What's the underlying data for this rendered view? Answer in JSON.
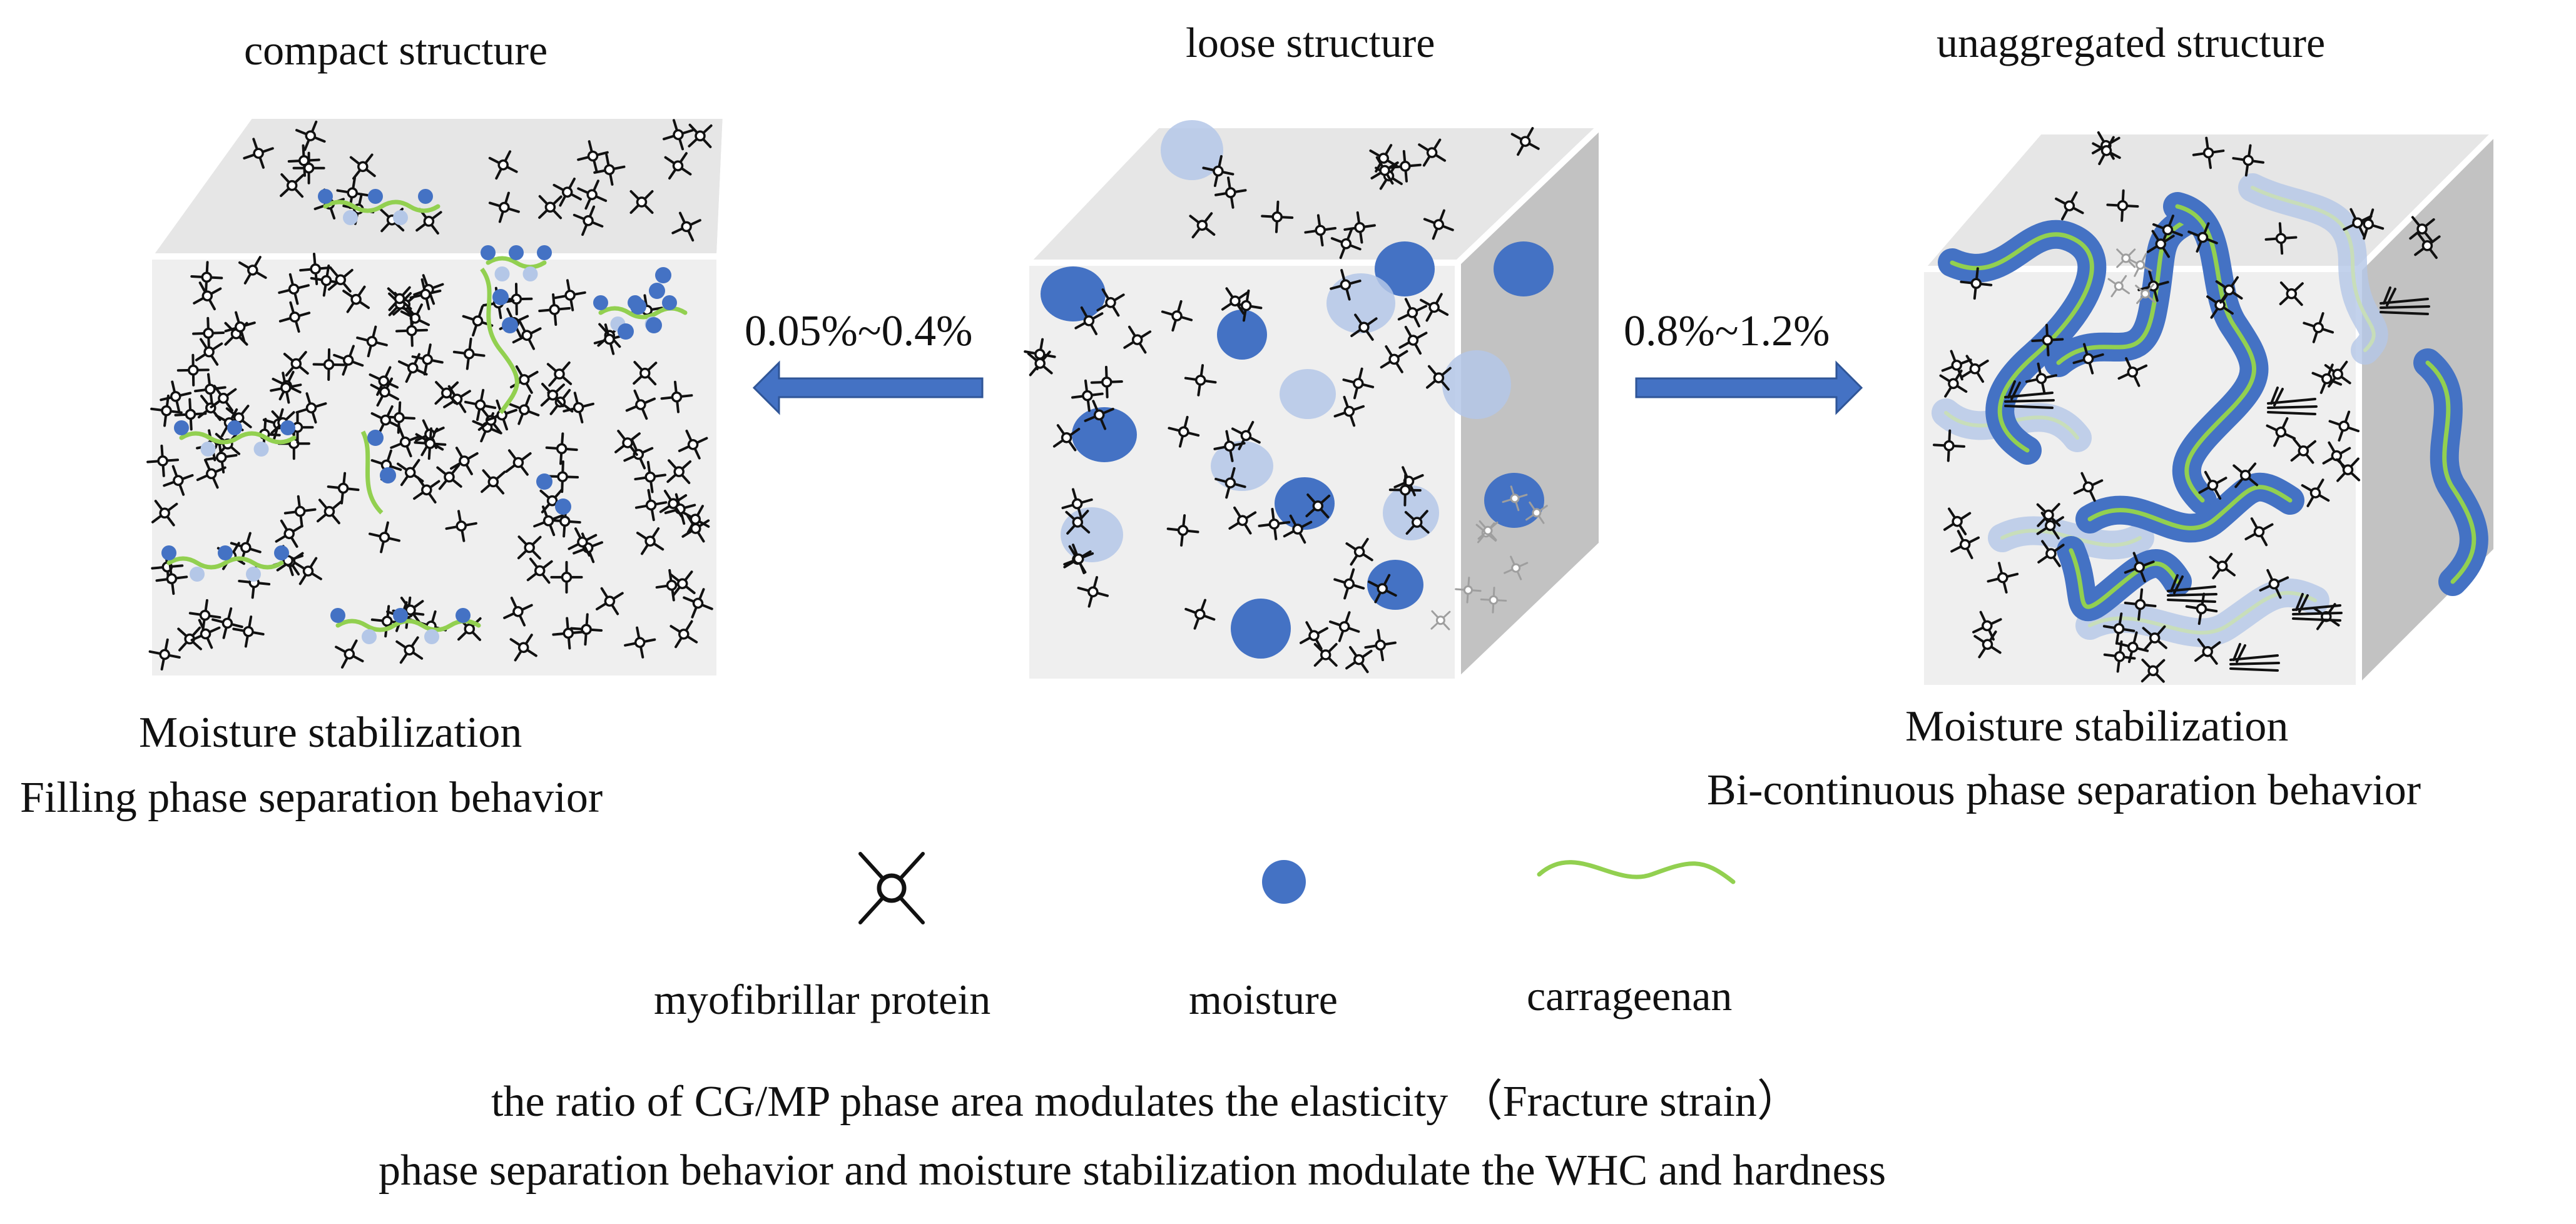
{
  "titles": {
    "left": "compact structure",
    "center": "loose structure",
    "right": "unaggregated structure"
  },
  "arrows": {
    "left_label": "0.05%~0.4%",
    "right_label": "0.8%~1.2%"
  },
  "captions": {
    "left_line1": "Moisture stabilization",
    "left_line2": "Filling phase separation behavior",
    "right_line1": "Moisture stabilization",
    "right_line2": "Bi-continuous phase separation behavior"
  },
  "legend": {
    "protein": "myofibrillar protein",
    "moisture": "moisture",
    "carrageenan": "carrageenan"
  },
  "footer": {
    "line1": "the  ratio of CG/MP phase area modulates the elasticity （Fracture strain）",
    "line2": "phase separation behavior and moisture stabilization modulate the WHC and hardness"
  },
  "colors": {
    "moisture_dark": "#4472c4",
    "moisture_light": "#b4c7e7",
    "carrageenan": "#92d050",
    "arrow": "#4472c4",
    "cube_front": "#efefef",
    "cube_top": "#e6e6e6",
    "cube_side": "#c2c2c2"
  }
}
